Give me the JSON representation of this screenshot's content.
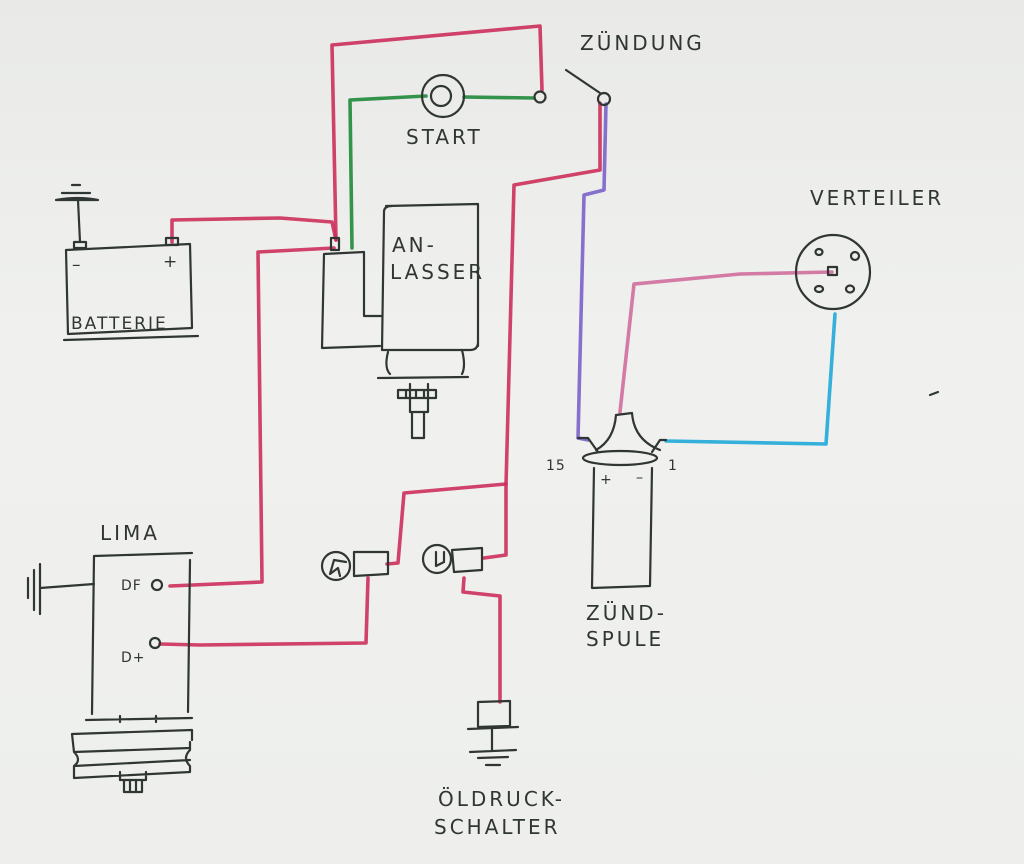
{
  "title": "Hand-drawn ignition / charging wiring diagram",
  "colors": {
    "paper": "#eeefed",
    "ink": "#2f3633",
    "wire_red": "#cc2f5a",
    "wire_green": "#1f8a3a",
    "wire_purple": "#7b62c9",
    "wire_pink": "#cf6e9c",
    "wire_cyan": "#1fa8d8"
  },
  "components": {
    "battery": {
      "label": "BATTERIE",
      "minus": "–",
      "plus": "+"
    },
    "starter": {
      "label_line1": "AN-",
      "label_line2": "LASSER"
    },
    "start_button": {
      "label": "START"
    },
    "ignition_switch": {
      "label": "ZÜNDUNG"
    },
    "distributor": {
      "label": "VERTEILER"
    },
    "ignition_coil": {
      "label_line1": "ZÜND-",
      "label_line2": "SPULE",
      "terminal_15": "15",
      "terminal_1": "1",
      "plus": "+",
      "minus": "–"
    },
    "alternator": {
      "label": "LIMA",
      "terminal_df": "DF",
      "terminal_dplus": "D+"
    },
    "oil_pressure_switch": {
      "label_line1": "ÖLDRUCK-",
      "label_line2": "SCHALTER"
    },
    "lamps": [
      {
        "name": "charge-warning-lamp"
      },
      {
        "name": "oil-warning-lamp"
      }
    ]
  },
  "wires": [
    {
      "from": "battery +",
      "to": "starter solenoid",
      "color": "red"
    },
    {
      "from": "starter solenoid",
      "to": "ignition switch",
      "color": "red"
    },
    {
      "from": "start button",
      "to": "starter solenoid",
      "color": "green"
    },
    {
      "from": "ignition switch",
      "to": "coil 15",
      "color": "purple"
    },
    {
      "from": "ignition switch",
      "to": "warning lamps",
      "color": "red"
    },
    {
      "from": "coil HT",
      "to": "distributor center",
      "color": "pink"
    },
    {
      "from": "coil 1",
      "to": "distributor",
      "color": "cyan"
    },
    {
      "from": "starter solenoid",
      "to": "LIMA DF",
      "color": "red"
    },
    {
      "from": "charge lamp",
      "to": "LIMA D+",
      "color": "red"
    },
    {
      "from": "oil lamp",
      "to": "oil pressure switch",
      "color": "red"
    }
  ]
}
